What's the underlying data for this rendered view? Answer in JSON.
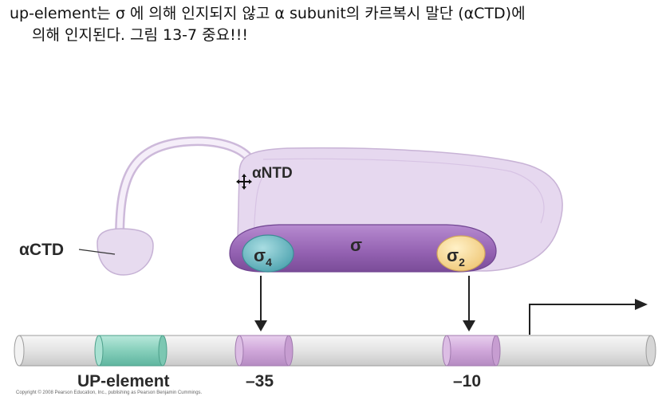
{
  "header": {
    "line1": "up-element는 σ 에 의해 인지되지 않고 α subunit의 카르복시 말단 (αCTD)에",
    "line2": "의해 인지된다. 그림 13-7 중요!!!"
  },
  "diagram": {
    "alpha_ntd": "αNTD",
    "alpha_ctd": "αCTD",
    "sigma": "σ",
    "sigma4": {
      "main": "σ",
      "sub": "4"
    },
    "sigma2": {
      "main": "σ",
      "sub": "2"
    },
    "up_element": "UP-element",
    "minus35": "–35",
    "minus10": "–10"
  },
  "colors": {
    "polymerase": "#e3d3ee",
    "sigma": "#9b66b9",
    "sigma4": "#6fb9c3",
    "sigma2": "#f6dc9a",
    "up_element": "#8fd3c2",
    "promoter_box": "#d4aedd",
    "dna": "#e9e9e9"
  },
  "copyright": "Copyright © 2008 Pearson Education, Inc., publishing as Pearson Benjamin Cummings."
}
